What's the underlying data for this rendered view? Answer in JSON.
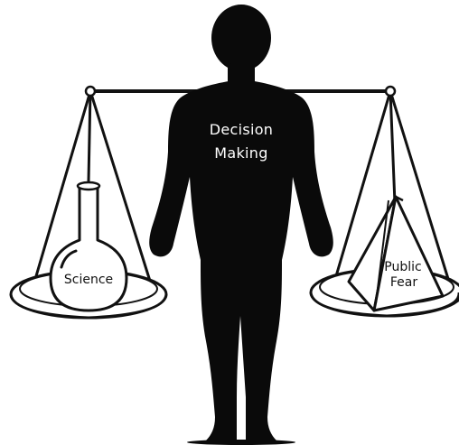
{
  "figure": {
    "body_label_line1": "Decision",
    "body_label_line2": "Making",
    "left_pan_label": "Science",
    "right_pan_label_line1": "Public",
    "right_pan_label_line2": "Fear"
  },
  "colors": {
    "silhouette": "#0a0a0a",
    "line": "#111111",
    "background": "#ffffff"
  },
  "icons": {
    "figure": "human-silhouette",
    "left_object": "round-bottom-flask",
    "right_object": "pyramid"
  }
}
